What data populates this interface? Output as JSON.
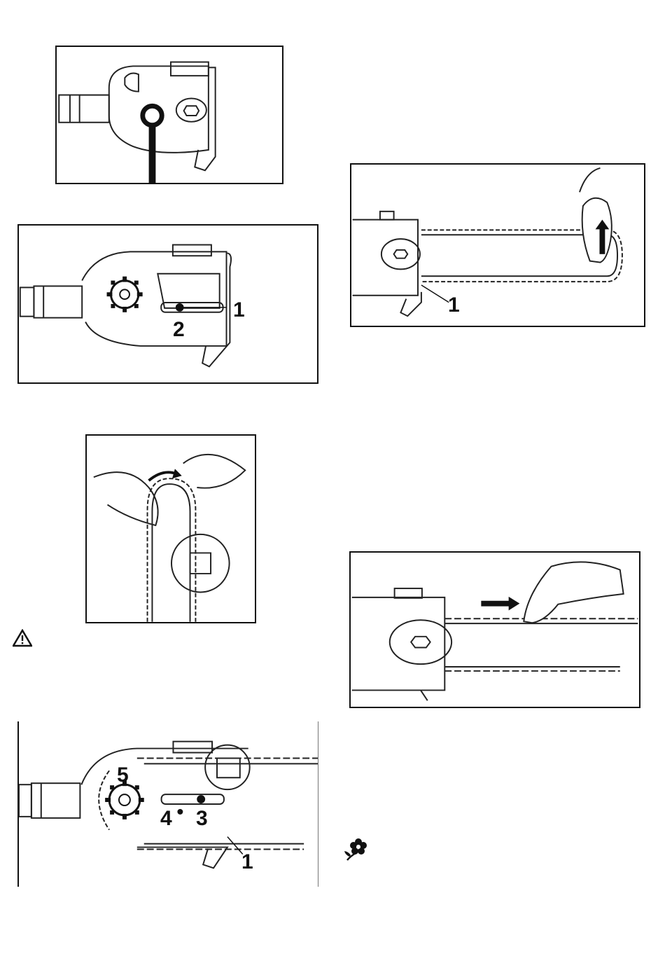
{
  "figures": {
    "fig_wrench": {
      "callouts": []
    },
    "fig_sprocket": {
      "callouts": {
        "c1": "1",
        "c2": "2"
      }
    },
    "fig_tension": {
      "callouts": {
        "c1": "1"
      }
    },
    "fig_chain_fit": {
      "callouts": []
    },
    "fig_chain_pull": {
      "callouts": []
    },
    "fig_assembly": {
      "callouts": {
        "c1": "1",
        "c3": "3",
        "c4": "4",
        "c5": "5"
      }
    }
  },
  "symbols": {
    "warning": "warning-triangle-icon",
    "environment": "flower-icon"
  }
}
